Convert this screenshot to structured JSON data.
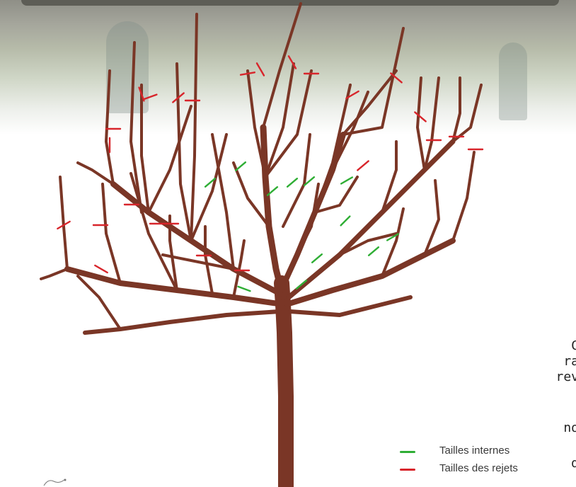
{
  "legend": {
    "items": [
      {
        "label": "Tailles internes",
        "color": "#2fae35"
      },
      {
        "label": "Tailles des rejets",
        "color": "#d8252b"
      }
    ]
  },
  "side_fragments": [
    "C",
    "ra",
    "rev",
    "no",
    "d"
  ],
  "colors": {
    "bark": "#7a3626",
    "bark_highlight": "#9a4a35",
    "cut_internal": "#2fae35",
    "cut_suckers": "#d8252b"
  },
  "icons": [
    "logo-icon"
  ]
}
